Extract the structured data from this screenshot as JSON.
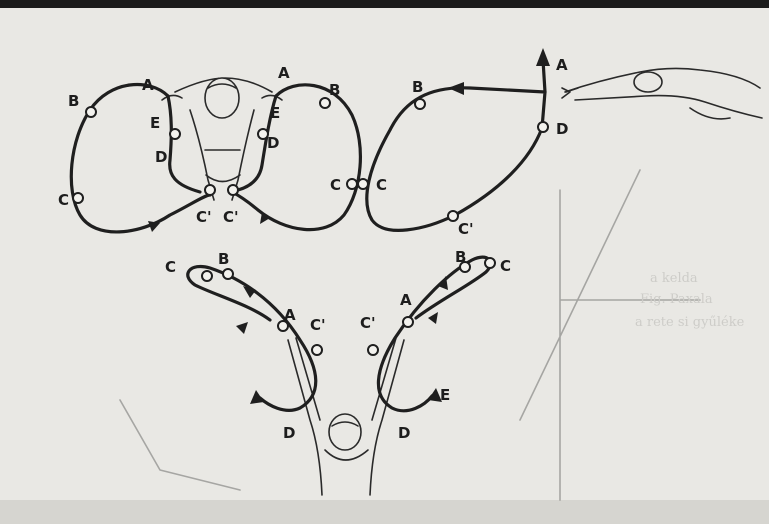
{
  "figure": {
    "background": "#e9e8e4",
    "ink": "#1f1f1f",
    "front_view_labels": {
      "left": {
        "A": "A",
        "B": "B",
        "C": "C",
        "D": "D",
        "E": "E",
        "C_prime": "C'"
      },
      "right": {
        "A": "A",
        "B": "B",
        "C": "C",
        "D": "D",
        "E": "E",
        "C_prime": "C'"
      }
    },
    "side_view_labels": {
      "A": "A",
      "B": "B",
      "C": "C",
      "D": "D",
      "C_prime": "C'"
    },
    "bottom_view_labels": {
      "left": {
        "A": "A",
        "B": "B",
        "C": "C",
        "D": "D",
        "C_prime": "C'"
      },
      "right": {
        "A": "A",
        "B": "B",
        "C": "C",
        "D": "D",
        "E": "E",
        "C_prime": "C'"
      }
    },
    "bleed_through_text": [
      "a kelda",
      "Fig. Paxala",
      "a rete si gyűléke"
    ],
    "icons": [
      "swimmer-front-view",
      "swimmer-side-view",
      "swimmer-back-view"
    ]
  }
}
